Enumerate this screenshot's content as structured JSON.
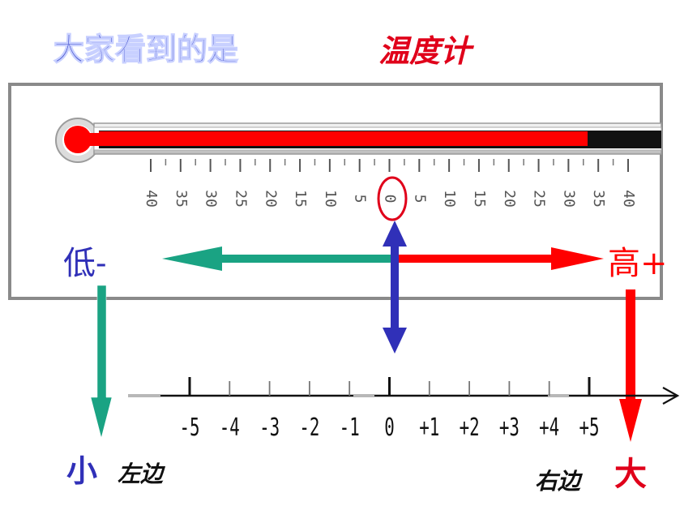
{
  "heading": {
    "left": "大家看到的是",
    "right": "温度计"
  },
  "thermometer": {
    "scale_labels": [
      "40",
      "35",
      "30",
      "25",
      "20",
      "15",
      "10",
      "5",
      "0",
      "5",
      "10",
      "15",
      "20",
      "25",
      "30",
      "35",
      "40"
    ],
    "zero_label_index": 8
  },
  "direction": {
    "low_label": "低-",
    "high_label": "高+"
  },
  "number_line": {
    "labels": [
      "-5",
      "-4",
      "-3",
      "-2",
      "-1",
      "0",
      "+1",
      "+2",
      "+3",
      "+4",
      "+5"
    ]
  },
  "bottom": {
    "small_char": "小",
    "left_text": "左边",
    "right_text": "右边",
    "big_char": "大"
  },
  "colors": {
    "heading_blue": "#3a48c8",
    "heading_red": "#e0001a",
    "mercury": "#ff0000",
    "teal": "#1aa383",
    "blue_arrow": "#3030b8",
    "red_arrow": "#ff0000",
    "low_text": "#3030b8",
    "high_text": "#ff0000"
  }
}
